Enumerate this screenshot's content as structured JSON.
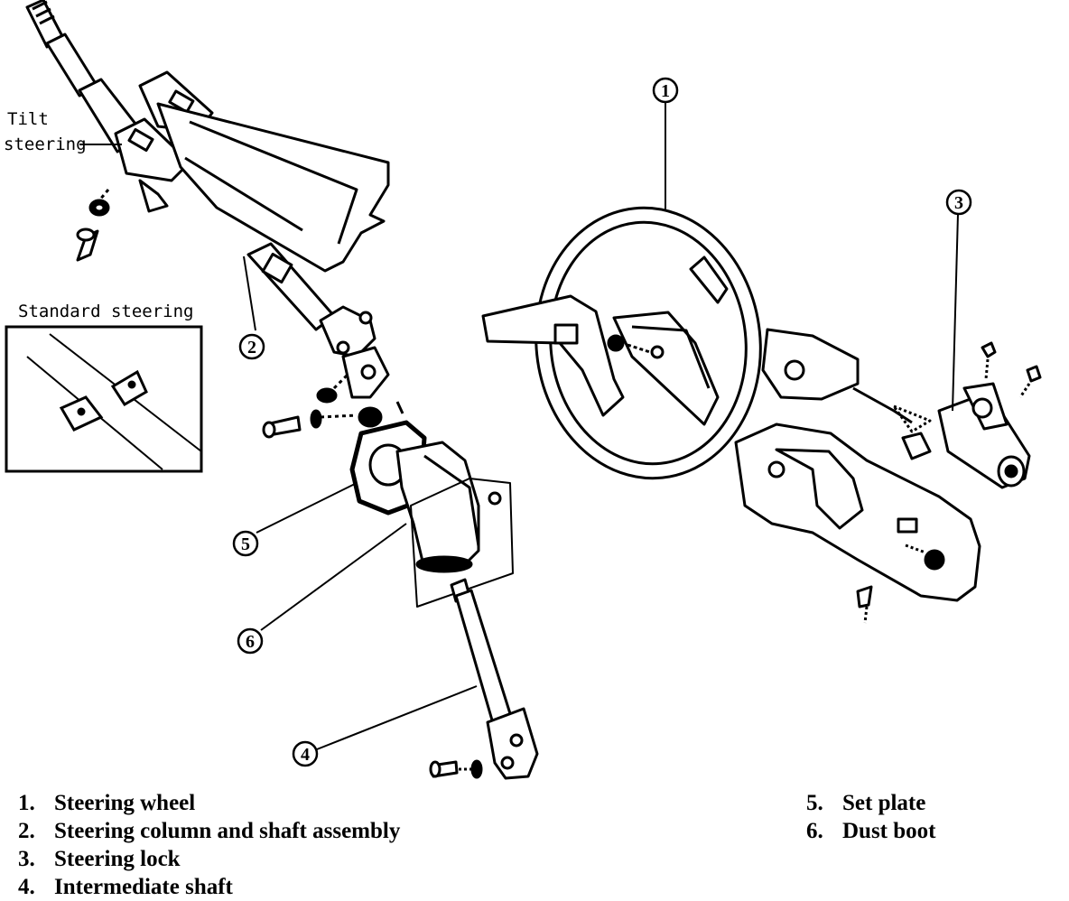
{
  "labels": {
    "tilt_line1": "Tilt",
    "tilt_line2": "steering",
    "standard_steering": "Standard steering"
  },
  "callouts": [
    "1",
    "2",
    "3",
    "4",
    "5",
    "6"
  ],
  "legend_left": [
    {
      "num": "1.",
      "text": "Steering wheel"
    },
    {
      "num": "2.",
      "text": "Steering column and shaft assembly"
    },
    {
      "num": "3.",
      "text": "Steering lock"
    },
    {
      "num": "4.",
      "text": "Intermediate shaft"
    }
  ],
  "legend_right": [
    {
      "num": "5.",
      "text": "Set plate"
    },
    {
      "num": "6.",
      "text": "Dust boot"
    }
  ]
}
